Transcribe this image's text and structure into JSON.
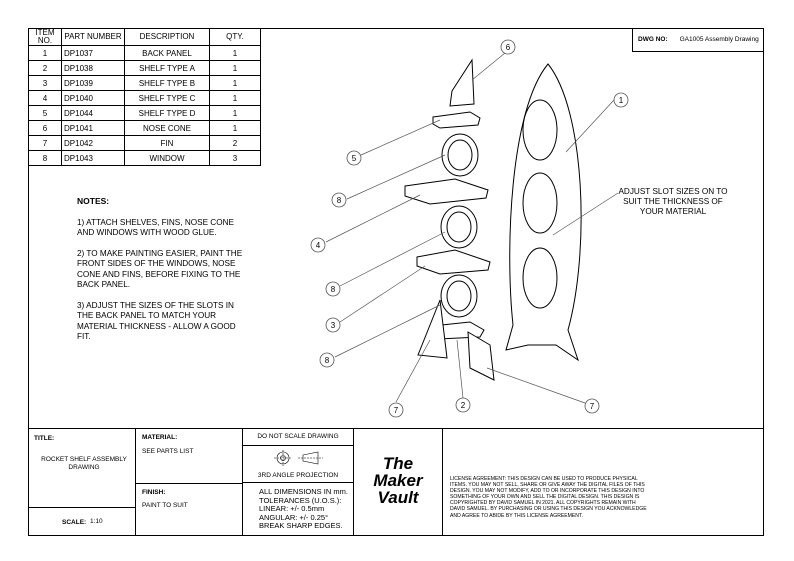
{
  "bom": {
    "headers": [
      "ITEM NO.",
      "PART NUMBER",
      "DESCRIPTION",
      "QTY."
    ],
    "rows": [
      {
        "item": "1",
        "part": "DP1037",
        "desc": "BACK PANEL",
        "qty": "1"
      },
      {
        "item": "2",
        "part": "DP1038",
        "desc": "SHELF TYPE A",
        "qty": "1"
      },
      {
        "item": "3",
        "part": "DP1039",
        "desc": "SHELF TYPE B",
        "qty": "1"
      },
      {
        "item": "4",
        "part": "DP1040",
        "desc": "SHELF TYPE C",
        "qty": "1"
      },
      {
        "item": "5",
        "part": "DP1044",
        "desc": "SHELF TYPE D",
        "qty": "1"
      },
      {
        "item": "6",
        "part": "DP1041",
        "desc": "NOSE CONE",
        "qty": "1"
      },
      {
        "item": "7",
        "part": "DP1042",
        "desc": "FIN",
        "qty": "2"
      },
      {
        "item": "8",
        "part": "DP1043",
        "desc": "WINDOW",
        "qty": "3"
      }
    ]
  },
  "dwg": {
    "label": "DWG NO:",
    "value": "GA1005 Assembly Drawing"
  },
  "notes": {
    "title": "NOTES:",
    "items": [
      "1) ATTACH SHELVES, FINS, NOSE CONE AND WINDOWS WITH WOOD GLUE.",
      "2) TO MAKE PAINTING EASIER, PAINT THE FRONT SIDES OF THE WINDOWS, NOSE CONE AND FINS, BEFORE FIXING TO THE BACK PANEL.",
      "3) ADJUST THE SIZES OF THE SLOTS IN THE BACK PANEL TO MATCH YOUR MATERIAL THICKNESS - ALLOW A GOOD FIT."
    ]
  },
  "callout": {
    "text": "ADJUST SLOT SIZES ON TO SUIT THE THICKNESS OF YOUR MATERIAL"
  },
  "balloons": [
    "6",
    "1",
    "5",
    "8",
    "4",
    "8",
    "3",
    "8",
    "7",
    "2",
    "7"
  ],
  "title_block": {
    "title_label": "TITLE:",
    "title_value": "ROCKET SHELF ASSEMBLY DRAWING",
    "scale_label": "SCALE:",
    "scale_value": "1:10",
    "material_label": "MATERIAL:",
    "material_value": "SEE PARTS LIST",
    "finish_label": "FINISH:",
    "finish_value": "PAINT TO SUIT",
    "do_not_scale": "DO NOT SCALE DRAWING",
    "projection": "3RD ANGLE PROJECTION",
    "dimensions": "ALL DIMENSIONS IN mm.",
    "tolerances": "TOLERANCES (U.O.S.):",
    "linear": "LINEAR: +/- 0.5mm",
    "angular": "ANGULAR: +/- 0.25°",
    "edges": "BREAK SHARP EDGES.",
    "logo": "The Maker Vault",
    "license": "LICENSE AGREEMENT: THIS DESIGN CAN BE USED TO PRODUCE PHYSICAL ITEMS. YOU MAY NOT SELL, SHARE OR GIVE AWAY THE DIGITAL FILES OF THIS DESIGN. YOU MAY NOT MODIFY, ADD TO OR INCORPORATE THIS DESIGN INTO SOMETHING OF YOUR OWN AND SELL THE DIGITAL DESIGN. THIS DESIGN IS COPYRIGHTED BY DAVID SAMUEL IN 2021. ALL COPYRIGHTS REMAIN WITH DAVID SAMUEL. BY PURCHASING OR USING THIS DESIGN YOU ACKNOWLEDGE AND AGREE TO ABIDE BY THIS LICENSE AGREEMENT."
  }
}
